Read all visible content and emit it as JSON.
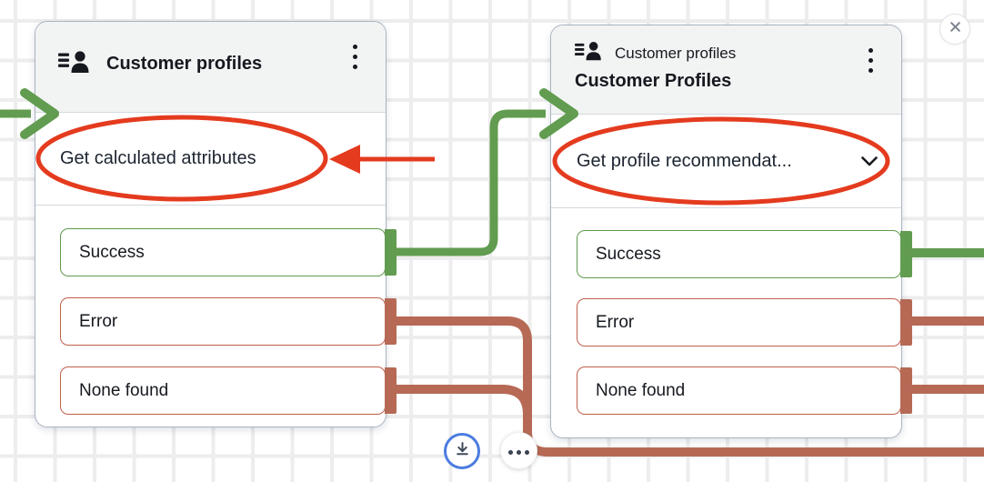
{
  "colors": {
    "success_green": "#619c50",
    "branch_red": "#b66a55",
    "error_border_red": "#bf5f4b",
    "annotation_red": "#e43b1f",
    "header_bg": "#f2f3f3",
    "download_ring_blue": "#4c7ce0"
  },
  "nodes": [
    {
      "category_label": "Customer profiles",
      "header_icon": "customer-profiles-icon",
      "menu_icon": "kebab-menu-icon",
      "action_label": "Get calculated attributes",
      "outputs": [
        {
          "label": "Success",
          "status": "success"
        },
        {
          "label": "Error",
          "status": "error"
        },
        {
          "label": "None found",
          "status": "error"
        }
      ]
    },
    {
      "category_label": "Customer profiles",
      "title": "Customer Profiles",
      "header_icon": "customer-profiles-icon",
      "menu_icon": "kebab-menu-icon",
      "action_label": "Get profile recommendat...",
      "action_dropdown_icon": "chevron-down-icon",
      "outputs": [
        {
          "label": "Success",
          "status": "success"
        },
        {
          "label": "Error",
          "status": "error"
        },
        {
          "label": "None found",
          "status": "error"
        }
      ]
    }
  ],
  "toolbar": {
    "download_icon": "download-icon",
    "more_icon": "ellipsis-icon",
    "close_icon": "close-icon"
  }
}
